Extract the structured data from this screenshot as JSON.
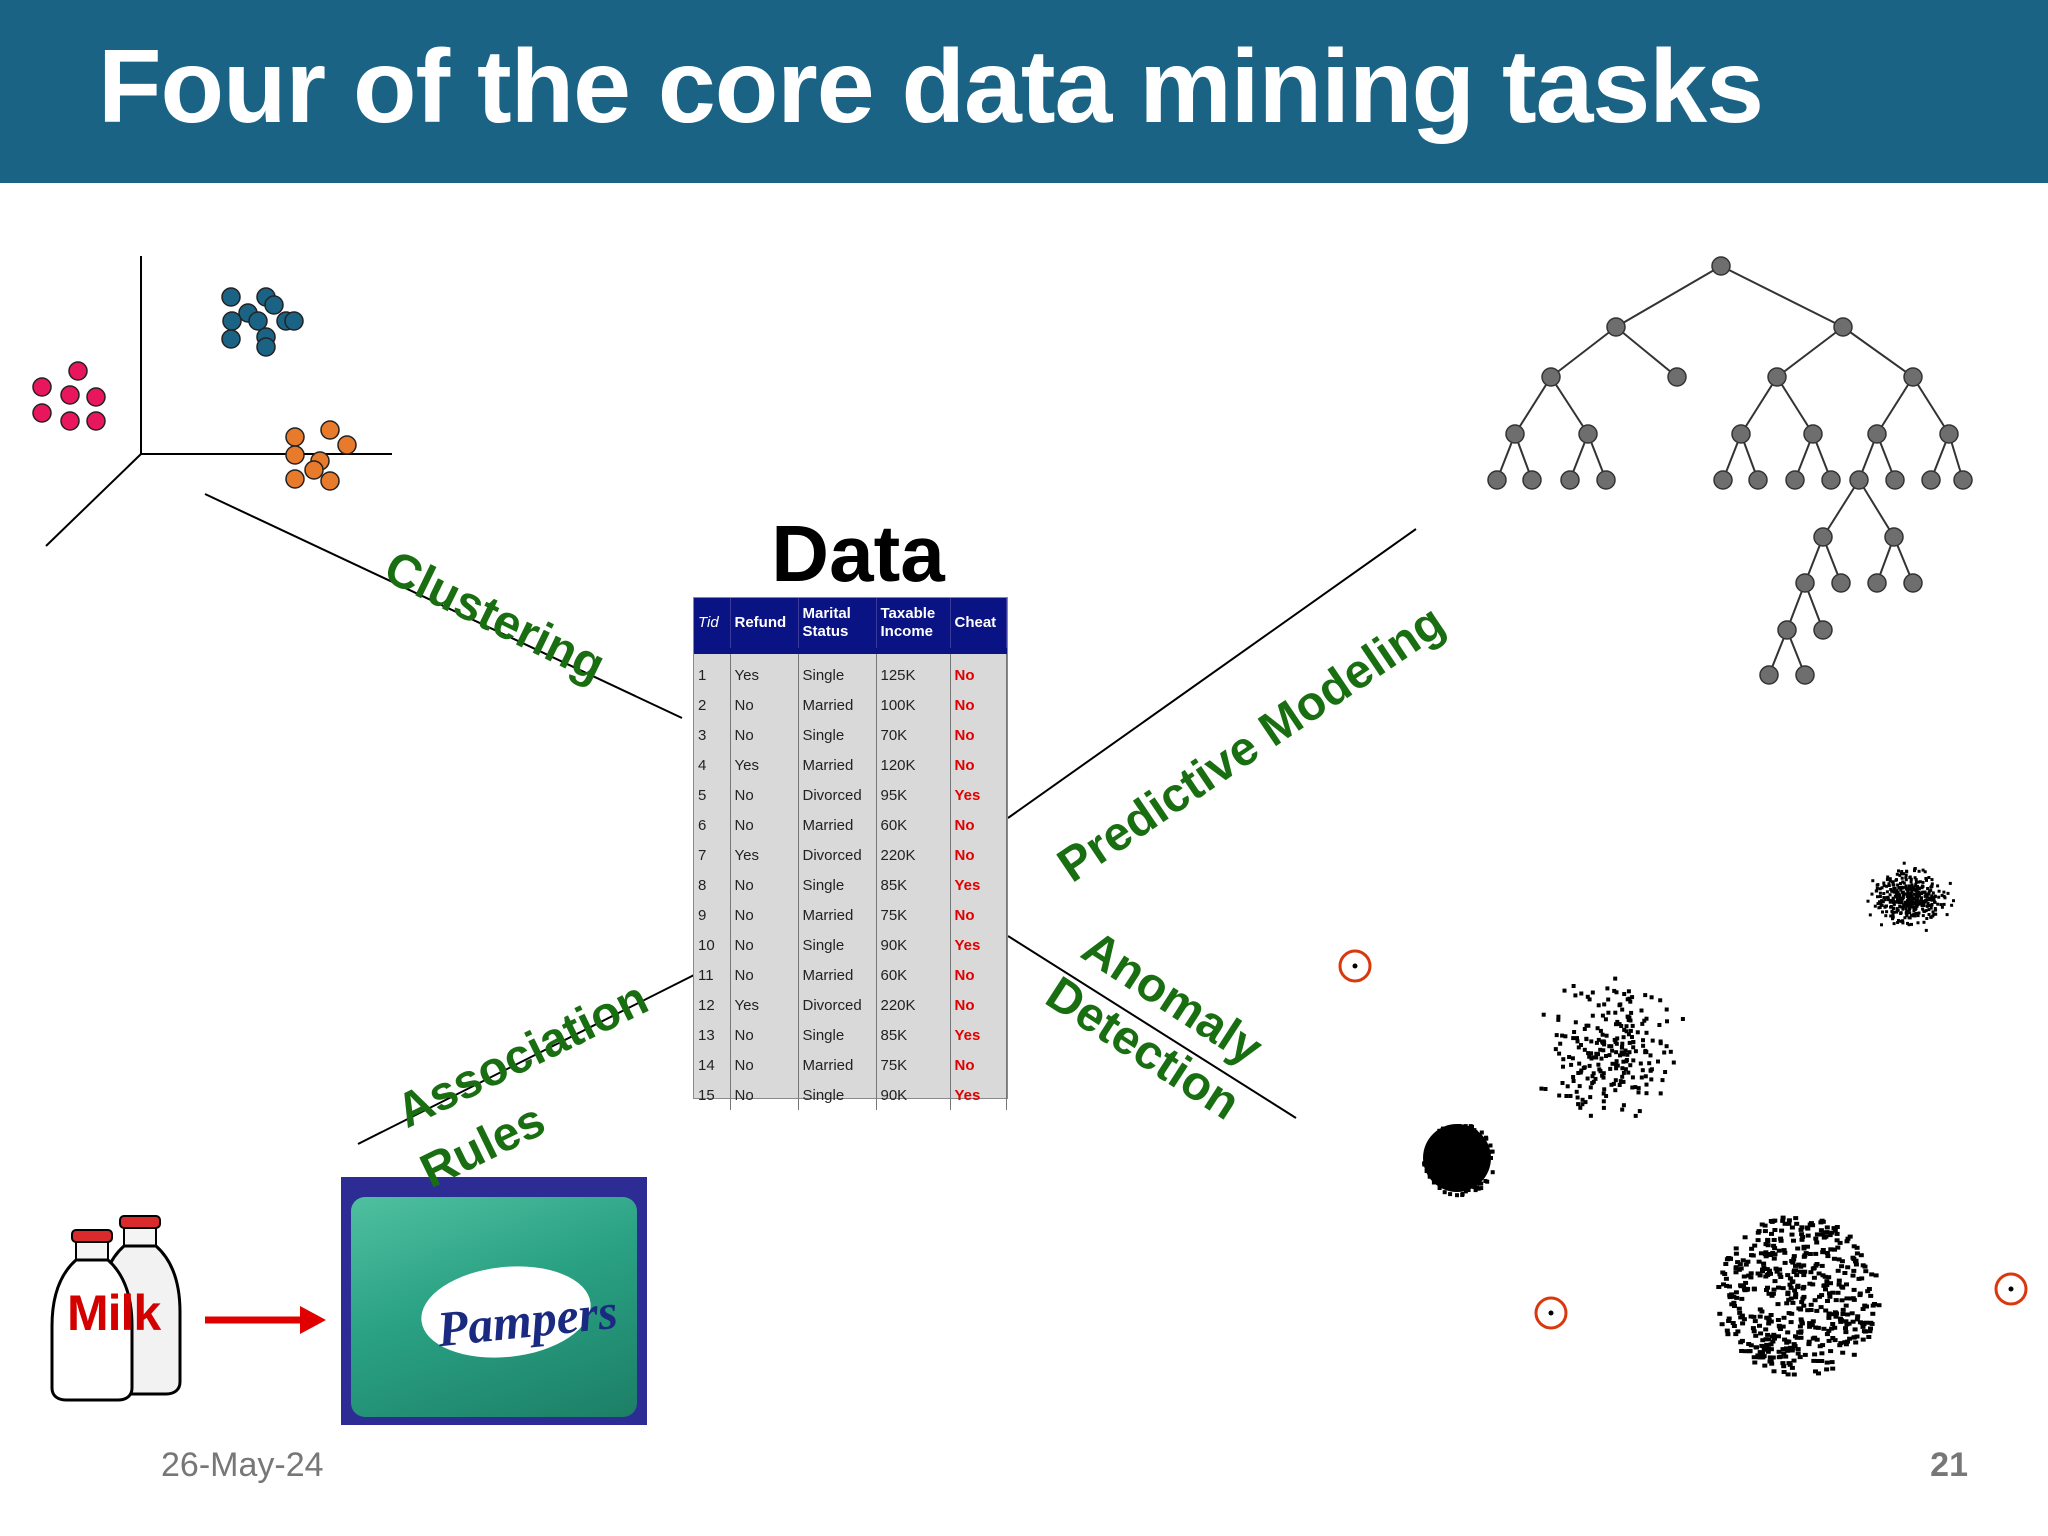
{
  "slide": {
    "title": "Four of the core data mining tasks",
    "date": "26-May-24",
    "page_number": "21"
  },
  "center": {
    "label": "Data",
    "table": {
      "columns": [
        "Tid",
        "Refund",
        "Marital Status",
        "Taxable Income",
        "Cheat"
      ],
      "rows": [
        [
          "1",
          "Yes",
          "Single",
          "125K",
          "No"
        ],
        [
          "2",
          "No",
          "Married",
          "100K",
          "No"
        ],
        [
          "3",
          "No",
          "Single",
          "70K",
          "No"
        ],
        [
          "4",
          "Yes",
          "Married",
          "120K",
          "No"
        ],
        [
          "5",
          "No",
          "Divorced",
          "95K",
          "Yes"
        ],
        [
          "6",
          "No",
          "Married",
          "60K",
          "No"
        ],
        [
          "7",
          "Yes",
          "Divorced",
          "220K",
          "No"
        ],
        [
          "8",
          "No",
          "Single",
          "85K",
          "Yes"
        ],
        [
          "9",
          "No",
          "Married",
          "75K",
          "No"
        ],
        [
          "10",
          "No",
          "Single",
          "90K",
          "Yes"
        ],
        [
          "11",
          "No",
          "Married",
          "60K",
          "No"
        ],
        [
          "12",
          "Yes",
          "Divorced",
          "220K",
          "No"
        ],
        [
          "13",
          "No",
          "Single",
          "85K",
          "Yes"
        ],
        [
          "14",
          "No",
          "Married",
          "75K",
          "No"
        ],
        [
          "15",
          "No",
          "Single",
          "90K",
          "Yes"
        ]
      ]
    }
  },
  "tasks": {
    "clustering": "Clustering",
    "predictive": "Predictive Modeling",
    "association_line1": "Association",
    "association_line2": "Rules",
    "anomaly_line1": "Anomaly",
    "anomaly_line2": "Detection"
  },
  "association_example": {
    "left_item": "Milk",
    "right_item": "Pampers"
  },
  "colors": {
    "header": "#1b6385",
    "task_label": "#1a6e12",
    "table_header": "#0a1384",
    "cheat_text": "#e00000",
    "cluster_pink": "#e8175d",
    "cluster_blue": "#1b6385",
    "cluster_orange": "#e87a2c",
    "anomaly_marker": "#d9380c"
  }
}
